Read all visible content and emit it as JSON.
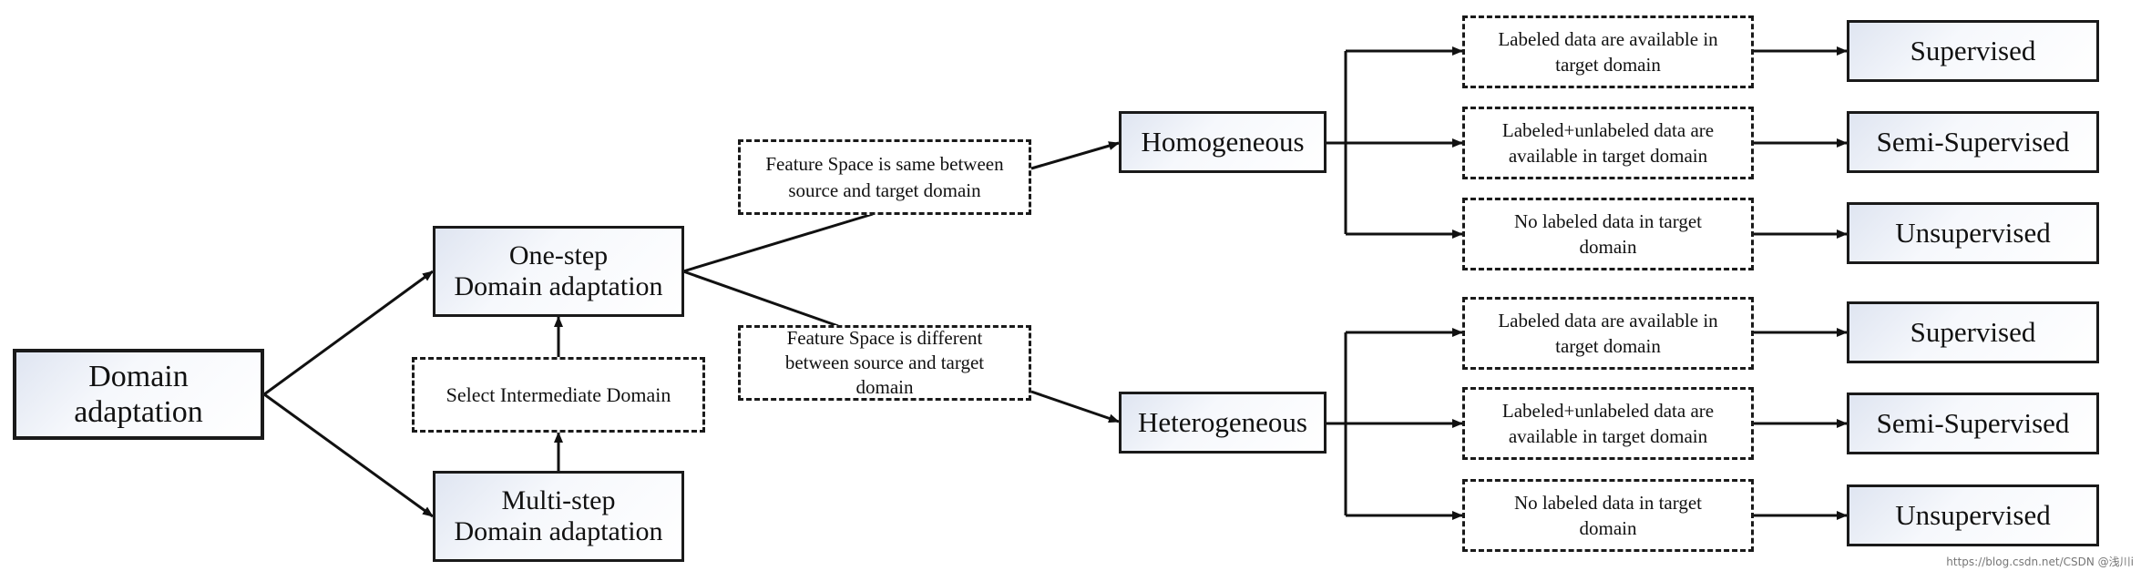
{
  "diagram": {
    "root": {
      "line1": "Domain",
      "line2": "adaptation"
    },
    "one_step": {
      "line1": "One-step",
      "line2": "Domain adaptation"
    },
    "multi_step": {
      "line1": "Multi-step",
      "line2": "Domain adaptation"
    },
    "intermediate": "Select Intermediate Domain",
    "feature_same": {
      "line1": "Feature Space is same between",
      "line2": "source and target domain"
    },
    "feature_diff": {
      "line1": "Feature Space is different",
      "line2": "between source and target",
      "line3": "domain"
    },
    "homogeneous": "Homogeneous",
    "heterogeneous": "Heterogeneous",
    "homogeneous_conditions": [
      {
        "line1": "Labeled data are available in",
        "line2": "target domain"
      },
      {
        "line1": "Labeled+unlabeled  data are",
        "line2": "available in target domain"
      },
      {
        "line1": "No labeled  data in target",
        "line2": "domain"
      }
    ],
    "heterogeneous_conditions": [
      {
        "line1": "Labeled data are available in",
        "line2": "target domain"
      },
      {
        "line1": "Labeled+unlabeled  data are",
        "line2": "available in target domain"
      },
      {
        "line1": "No labeled  data in target",
        "line2": "domain"
      }
    ],
    "homogeneous_outcomes": [
      "Supervised",
      "Semi-Supervised",
      "Unsupervised"
    ],
    "heterogeneous_outcomes": [
      "Supervised",
      "Semi-Supervised",
      "Unsupervised"
    ]
  },
  "watermark": "https://blog.csdn.net/CSDN @浅川i"
}
